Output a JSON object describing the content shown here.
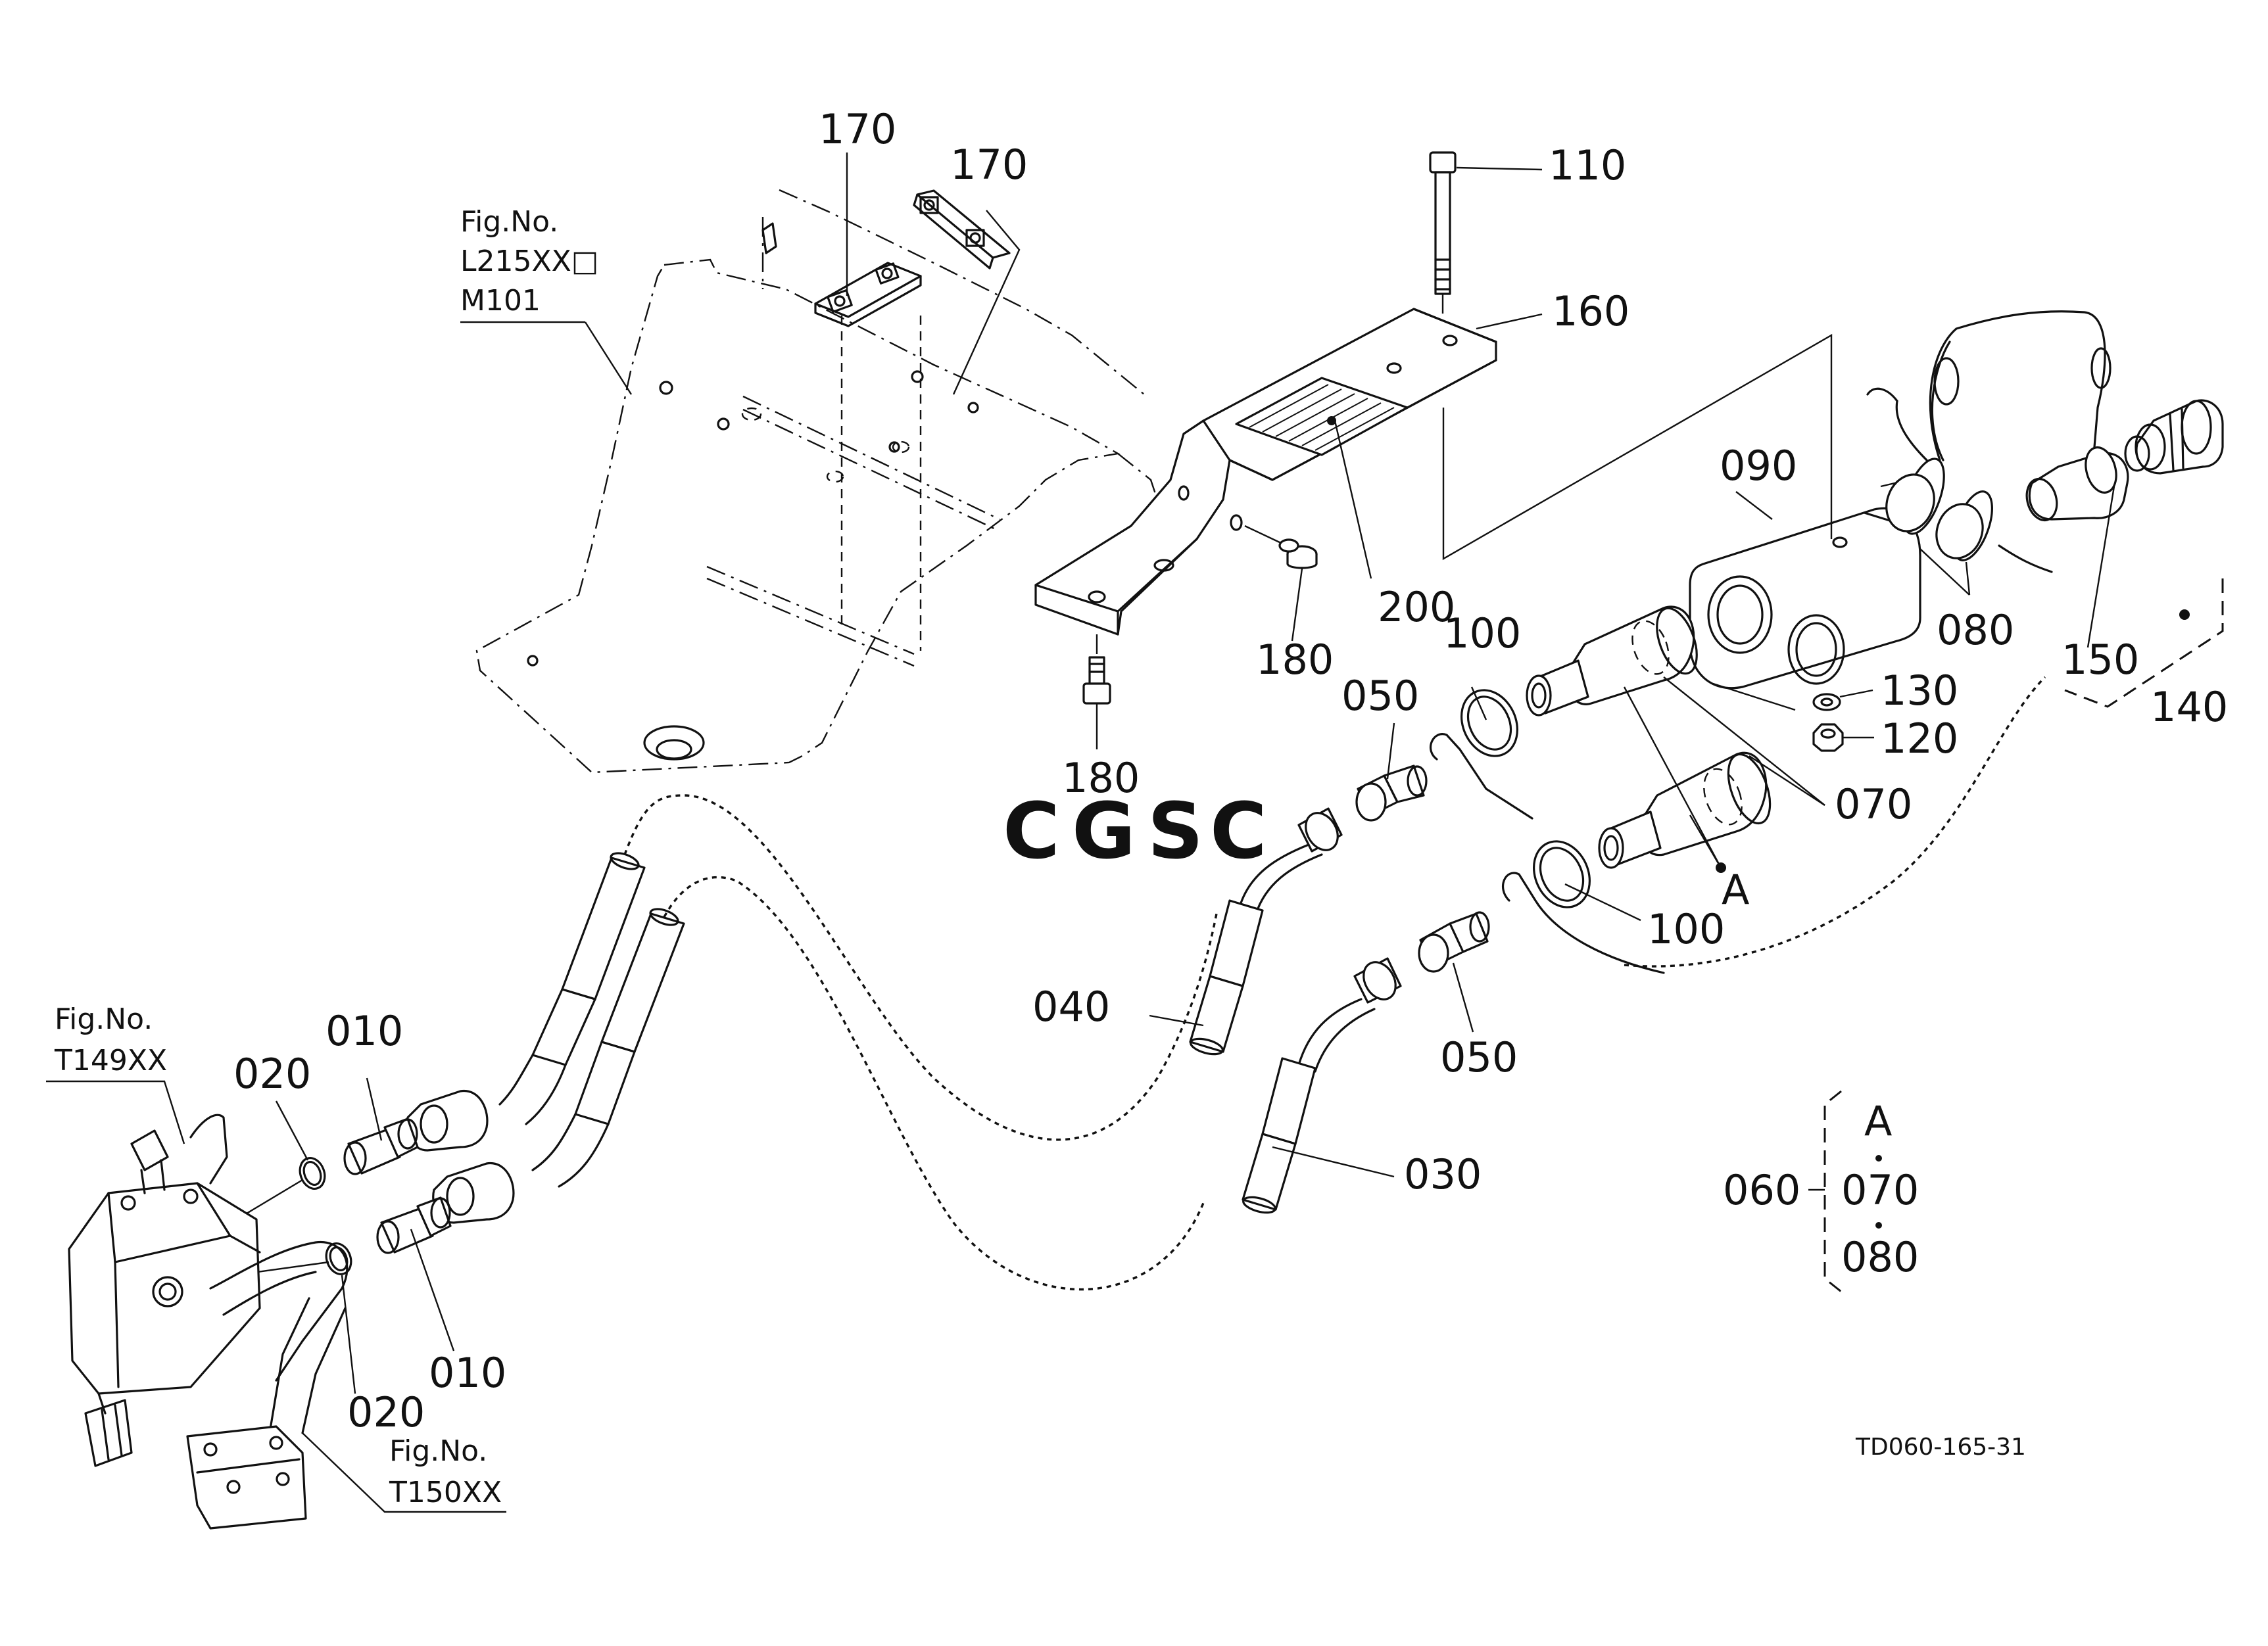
{
  "diagram_code": "TD060-165-31",
  "watermark": {
    "text": "CGSC",
    "letters": [
      "C",
      "G",
      "S",
      "C"
    ],
    "colors": [
      "#6a9ff0",
      "#f08a80",
      "#f7cf4a",
      "#6cc7a4"
    ]
  },
  "figure_refs": {
    "l215": {
      "line1": "Fig.No.",
      "line2": "L215XX□",
      "line3": "M101"
    },
    "t149": {
      "line1": "Fig.No.",
      "line2": "T149XX"
    },
    "t150": {
      "line1": "Fig.No.",
      "line2": "T150XX"
    }
  },
  "callouts": {
    "p170a": "170",
    "p170b": "170",
    "p110": "110",
    "p160": "160",
    "p090": "090",
    "p200": "200",
    "p180a": "180",
    "p180b": "180",
    "p100a": "100",
    "p100b": "100",
    "p050a": "050",
    "p050b": "050",
    "p080": "080",
    "p150": "150",
    "p140": "140",
    "p130": "130",
    "p120": "120",
    "p070": "070",
    "pA": "A",
    "p040": "040",
    "p030": "030",
    "p010a": "010",
    "p010b": "010",
    "p020a": "020",
    "p020b": "020"
  },
  "kit_legend": {
    "number": "060",
    "item1": "A",
    "item2": "070",
    "item3": "080"
  }
}
